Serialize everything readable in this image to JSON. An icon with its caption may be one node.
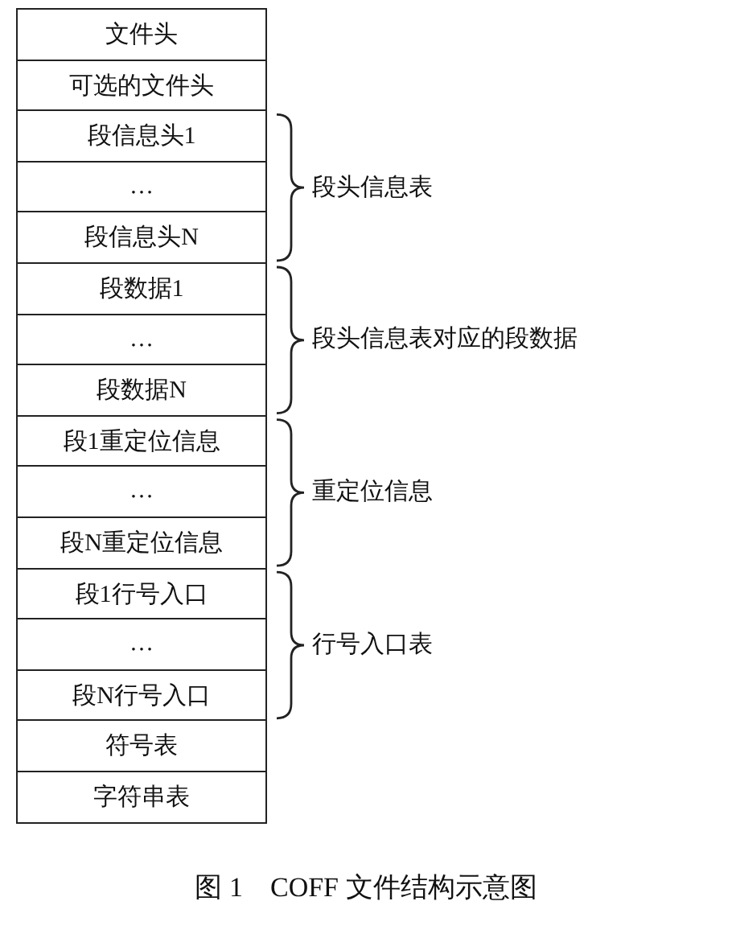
{
  "diagram": {
    "caption": "图 1　COFF 文件结构示意图",
    "nodes": [
      {
        "text": [
          "文件头"
        ]
      },
      {
        "text": [
          "可选的文件头"
        ]
      },
      {
        "text": [
          "段信息头1"
        ]
      },
      {
        "text": [
          "…"
        ]
      },
      {
        "text": [
          "段信息头N"
        ]
      },
      {
        "text": [
          "段数据1"
        ]
      },
      {
        "text": [
          "…"
        ]
      },
      {
        "text": [
          "段数据N"
        ]
      },
      {
        "text": [
          "段1重定位信息"
        ]
      },
      {
        "text": [
          "…"
        ]
      },
      {
        "text": [
          "段N重定位信息"
        ]
      },
      {
        "text": [
          "段1行号入口"
        ]
      },
      {
        "text": [
          "…"
        ]
      },
      {
        "text": [
          "段N行号入口"
        ]
      },
      {
        "text": [
          "符号表"
        ]
      },
      {
        "text": [
          "字符串表"
        ]
      }
    ],
    "labels": [
      "段头信息表",
      "段头信息表对应的段数据",
      "重定位信息",
      "行号入口表"
    ]
  }
}
